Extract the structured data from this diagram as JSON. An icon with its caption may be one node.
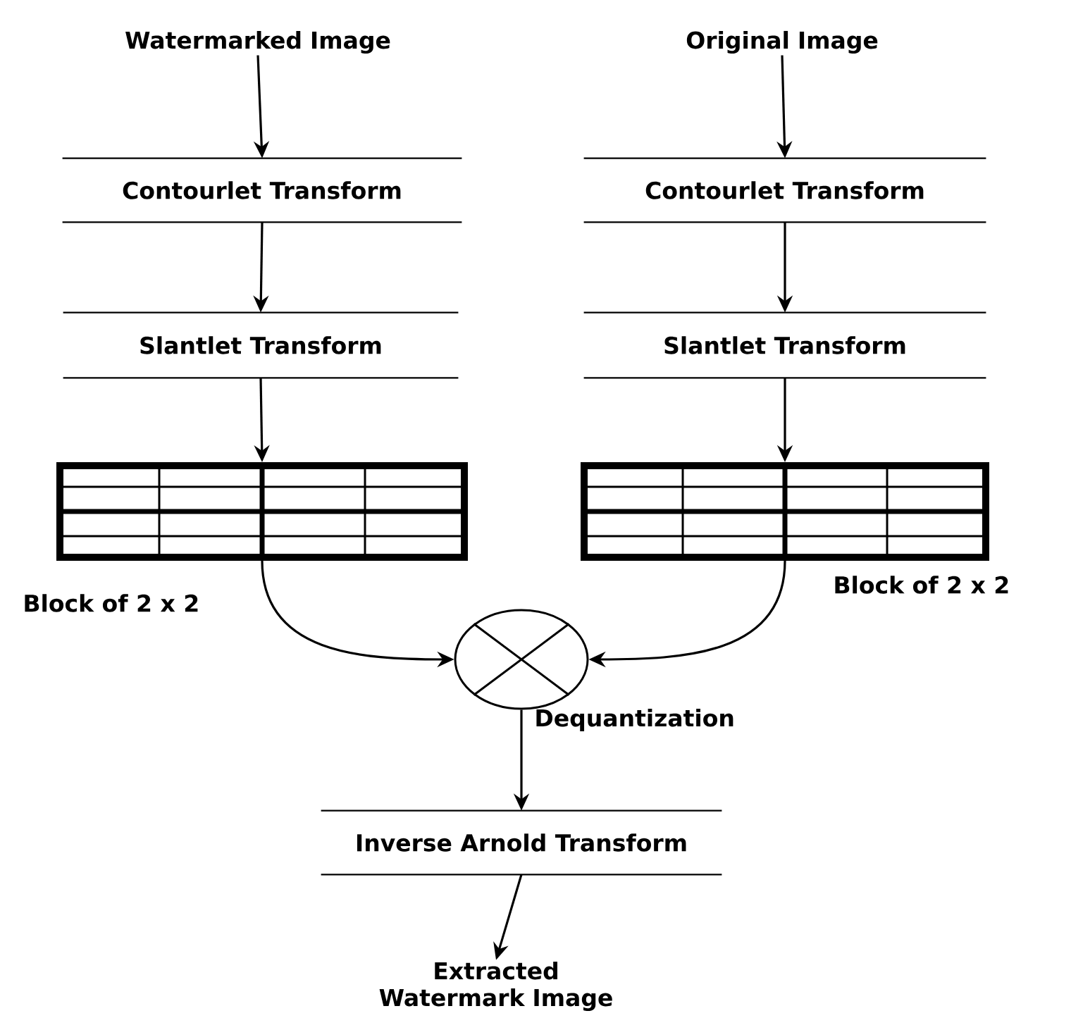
{
  "diagram": {
    "nodes": [
      {
        "text": [
          "Watermarked Image"
        ]
      },
      {
        "text": [
          "Contourlet Transform"
        ]
      },
      {
        "text": [
          "Slantlet Transform"
        ]
      },
      {
        "text": [],
        "shape": "grid",
        "beside": [
          "Block of 2 x 2"
        ]
      },
      {
        "text": [
          "Original Image"
        ]
      },
      {
        "text": [
          "Contourlet Transform"
        ]
      },
      {
        "text": [
          "Slantlet Transform"
        ]
      },
      {
        "text": [],
        "shape": "grid",
        "beside": [
          "Block of 2 x 2"
        ]
      },
      {
        "text": [],
        "shape": "circle",
        "beside": [
          "Dequantization"
        ]
      },
      {
        "text": [
          "Inverse Arnold Transform"
        ]
      },
      {
        "text": [
          "Extracted Watermark Image"
        ]
      }
    ],
    "edges": [
      {
        "from": 0,
        "to": 1,
        "arrow": "to"
      },
      {
        "from": 1,
        "to": 2,
        "arrow": "to"
      },
      {
        "from": 2,
        "to": 3,
        "arrow": "to"
      },
      {
        "from": 4,
        "to": 5,
        "arrow": "to"
      },
      {
        "from": 5,
        "to": 6,
        "arrow": "to"
      },
      {
        "from": 6,
        "to": 7,
        "arrow": "to"
      },
      {
        "from": 3,
        "to": 8,
        "arrow": "to"
      },
      {
        "from": 7,
        "to": 8,
        "arrow": "to"
      },
      {
        "from": 8,
        "to": 9,
        "arrow": "to"
      },
      {
        "from": 9,
        "to": 10,
        "arrow": "to"
      }
    ]
  }
}
